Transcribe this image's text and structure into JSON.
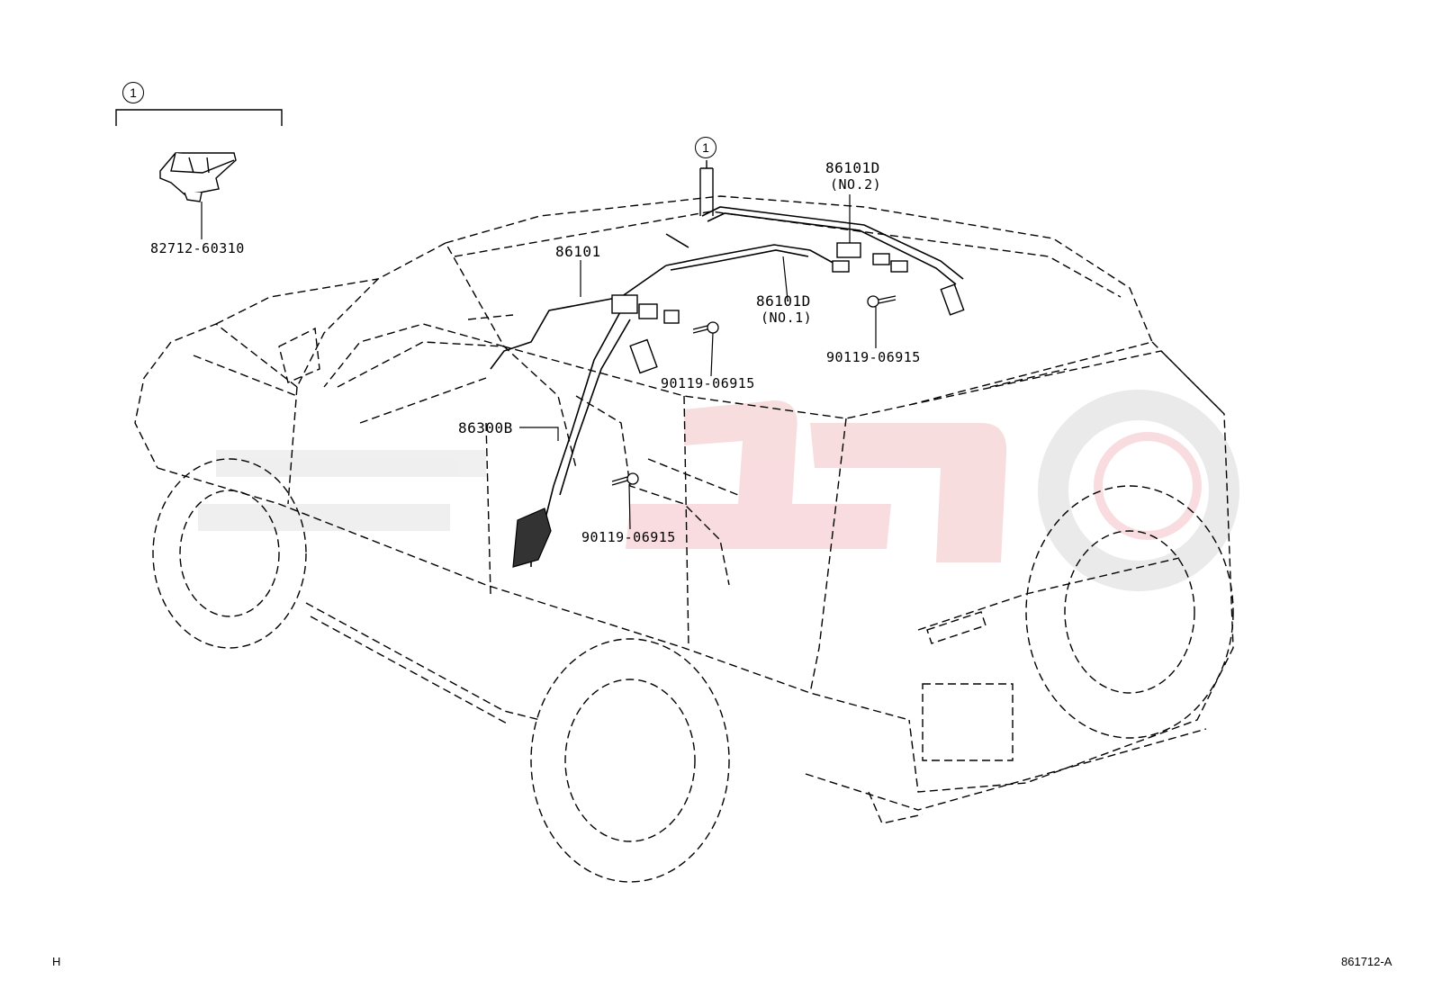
{
  "callout_marker": "1",
  "parts": {
    "clip": "82712-60310",
    "harness_main": "86101",
    "harness_no2_code": "86101D",
    "harness_no2_note": "(NO.2)",
    "harness_no1_code": "86101D",
    "harness_no1_note": "(NO.1)",
    "bolt_roof": "90119-06915",
    "bolt_front": "90119-06915",
    "bolt_floor": "90119-06915",
    "antenna_amp": "86300B"
  },
  "footer": {
    "left_mark": "H",
    "figure_id": "861712-A"
  },
  "colors": {
    "line": "#000000",
    "watermark": "#f2b8bd",
    "watermark_gray": "#d9d9d9"
  }
}
